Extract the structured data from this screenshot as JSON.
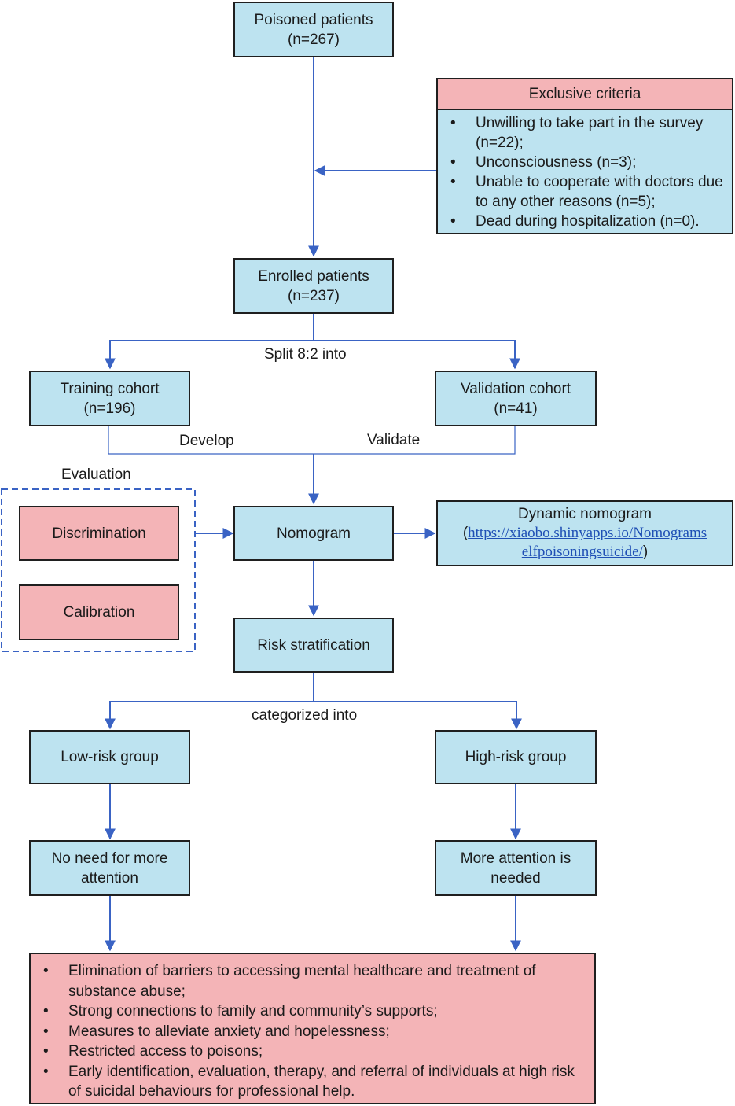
{
  "poisoned": {
    "title": "Poisoned patients",
    "count": "(n=267)"
  },
  "exclusion": {
    "header": "Exclusive criteria",
    "items": [
      "Unwilling to take part in the survey (n=22);",
      "Unconsciousness (n=3);",
      "Unable to cooperate with doctors due to any other reasons (n=5);",
      "Dead during hospitalization (n=0)."
    ]
  },
  "enrolled": {
    "title": "Enrolled patients",
    "count": "(n=237)"
  },
  "split_label": "Split 8:2 into",
  "training": {
    "title": "Training cohort",
    "count": "(n=196)"
  },
  "validation": {
    "title": "Validation cohort",
    "count": "(n=41)"
  },
  "develop_label": "Develop",
  "validate_label": "Validate",
  "evaluation": {
    "title": "Evaluation",
    "discrimination": "Discrimination",
    "calibration": "Calibration"
  },
  "nomogram": "Nomogram",
  "dynamic": {
    "title": "Dynamic nomogram",
    "open_paren": "(",
    "url_line1": "https://xiaobo.shinyapps.io/Nomograms",
    "url_line2": "elfpoisoningsuicide/",
    "close_paren": ")"
  },
  "risk": "Risk stratification",
  "categorized_label": "categorized into",
  "low_risk": "Low-risk group",
  "high_risk": "High-risk group",
  "no_need": "No need for more attention",
  "more_attention": "More attention is needed",
  "recommendations": [
    "Elimination of barriers to accessing mental healthcare and treatment of substance abuse;",
    "Strong connections to family and community’s supports;",
    "Measures to alleviate anxiety and hopelessness;",
    "Restricted access to poisons;",
    "Early identification, evaluation, therapy, and referral of individuals at high risk of suicidal behaviours for professional help."
  ],
  "colors": {
    "box_blue": "#bde3f0",
    "box_pink": "#f4b4b7",
    "arrow_blue": "#3a63c4"
  }
}
